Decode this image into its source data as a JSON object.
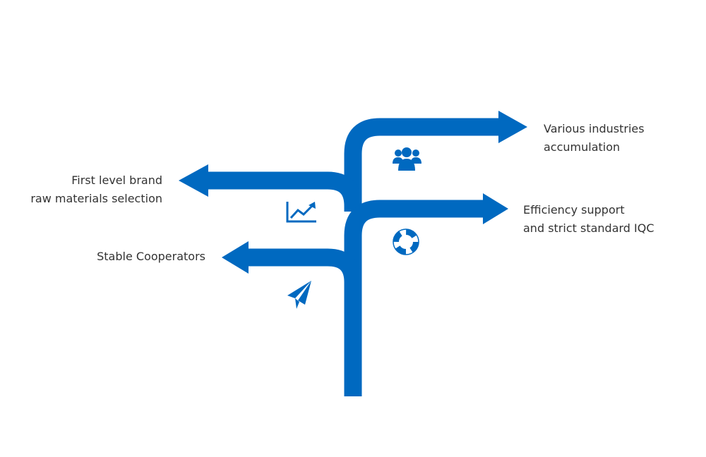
{
  "colors": {
    "accent": "#0069c0",
    "text": "#333333",
    "background": "#ffffff"
  },
  "branches": [
    {
      "id": "various-industries",
      "direction": "right",
      "icon": "users-group-icon",
      "lines": [
        "Various industries",
        "accumulation"
      ]
    },
    {
      "id": "first-level-brand",
      "direction": "left",
      "icon": "trend-chart-icon",
      "lines": [
        "First level brand",
        "raw materials selection"
      ]
    },
    {
      "id": "efficiency-support",
      "direction": "right",
      "icon": "lifebuoy-icon",
      "lines": [
        "Efficiency support",
        "and strict standard IQC"
      ]
    },
    {
      "id": "stable-cooperators",
      "direction": "left",
      "icon": "paper-plane-icon",
      "lines": [
        "Stable Cooperators"
      ]
    }
  ]
}
